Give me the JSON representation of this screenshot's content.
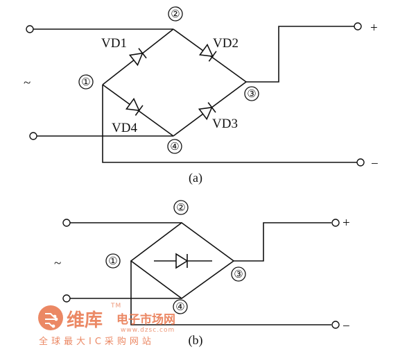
{
  "diagram_a": {
    "caption": "(a)",
    "nodes": {
      "n1": "①",
      "n2": "②",
      "n3": "③",
      "n4": "④"
    },
    "diodes": {
      "vd1": "VD1",
      "vd2": "VD2",
      "vd3": "VD3",
      "vd4": "VD4"
    },
    "ac_symbol": "~",
    "plus": "+",
    "minus": "−"
  },
  "diagram_b": {
    "caption": "(b)",
    "nodes": {
      "n1": "①",
      "n2": "②",
      "n3": "③",
      "n4": "④"
    },
    "ac_symbol": "~",
    "plus": "+",
    "minus": "−"
  },
  "watermark": {
    "brand": "维库",
    "tm": "TM",
    "subtitle": "电子市场网",
    "url": "www.dzsc.com",
    "tagline": "全球最大IC采购网站",
    "accent_color": "#e8744a"
  }
}
